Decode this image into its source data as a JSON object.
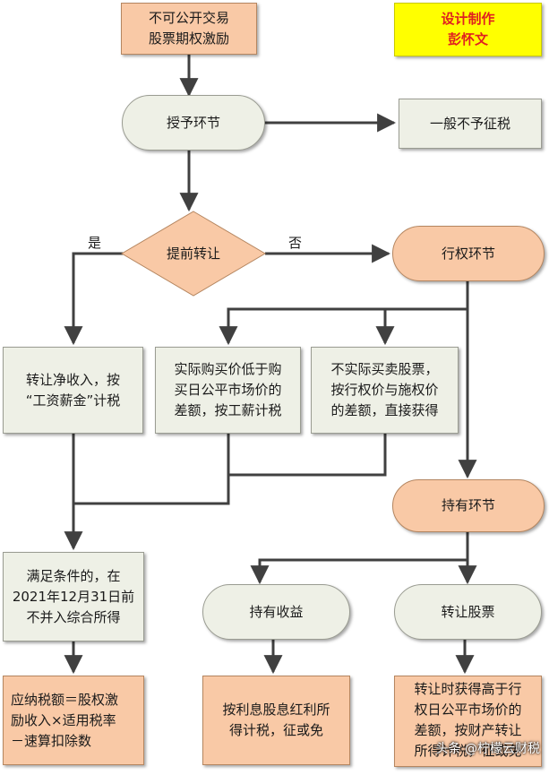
{
  "credit": {
    "line1": "设计制作",
    "line2": "彭怀文"
  },
  "nodes": {
    "start": "不可公开交易\n股票期权激励",
    "grant": "授予环节",
    "no_tax": "一般不予征税",
    "transfer_q": "提前转让",
    "exercise": "行权环节",
    "transfer_net": "转让净收入，按\n“工资薪金”计税",
    "buy_low": "实际购买价低于购\n买日公平市场价的\n差额，按工薪计税",
    "no_trade": "不实际买卖股票，\n按行权价与施权价\n的差额，直接获得",
    "hold": "持有环节",
    "condition": "满足条件的，在\n2021年12月31日前\n不并入综合所得",
    "hold_income": "持有收益",
    "sell_stock": "转让股票",
    "formula": "应纳税额＝股权激\n励收入×适用税率\n－速算扣除数",
    "dividend": "按利息股息红利所\n得计税，征或免",
    "property": "转让时获得高于行\n权日公平市场价的\n差额，按财产转让\n所得计税，征或免"
  },
  "labels": {
    "yes": "是",
    "no": "否"
  },
  "watermark": "头条 @柠檬云财税",
  "colors": {
    "orange_fill": "#f9c9a6",
    "gray_fill": "#eef0e6",
    "credit_fill": "#ffff00",
    "credit_text": "#e02020",
    "line": "#404040"
  }
}
